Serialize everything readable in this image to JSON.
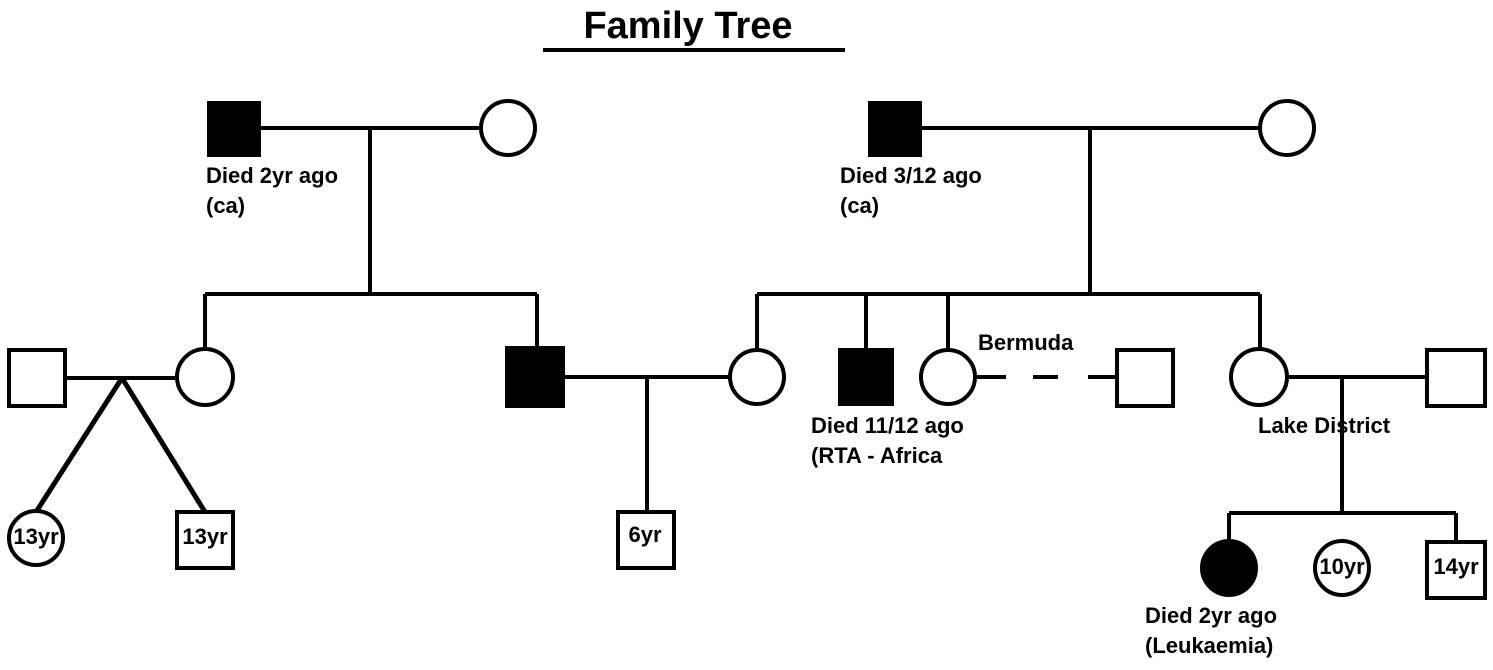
{
  "title": "Family Tree",
  "colors": {
    "ink": "#000000",
    "paper": "#ffffff"
  },
  "people": {
    "pgf": {
      "sex": "male",
      "affected": true,
      "label": [
        "Died 2yr ago",
        "(ca)"
      ]
    },
    "pgm": {
      "sex": "female",
      "affected": false
    },
    "mgf": {
      "sex": "male",
      "affected": true,
      "label": [
        "Died 3/12 ago",
        "(ca)"
      ]
    },
    "mgm": {
      "sex": "female",
      "affected": false
    },
    "aunt_husband": {
      "sex": "male",
      "affected": false
    },
    "paternal_aunt": {
      "sex": "female",
      "affected": false
    },
    "father": {
      "sex": "male",
      "affected": true
    },
    "mother": {
      "sex": "female",
      "affected": false
    },
    "maternal_uncle": {
      "sex": "male",
      "affected": true,
      "label": [
        "Died 11/12 ago",
        "(RTA - Africa"
      ]
    },
    "maternal_aunt_1": {
      "sex": "female",
      "affected": false
    },
    "aunt1_partner": {
      "sex": "male",
      "affected": false
    },
    "maternal_aunt_2": {
      "sex": "female",
      "affected": false
    },
    "aunt2_husband": {
      "sex": "male",
      "affected": false
    },
    "twin_girl": {
      "sex": "female",
      "affected": false,
      "age": "13yr"
    },
    "twin_boy": {
      "sex": "male",
      "affected": false,
      "age": "13yr"
    },
    "proband_son": {
      "sex": "male",
      "affected": false,
      "age": "6yr"
    },
    "cousin_girl_deceased": {
      "sex": "female",
      "affected": true,
      "label": [
        "Died 2yr ago",
        "(Leukaemia)"
      ]
    },
    "cousin_girl": {
      "sex": "female",
      "affected": false,
      "age": "10yr"
    },
    "cousin_boy": {
      "sex": "male",
      "affected": false,
      "age": "14yr"
    }
  },
  "annotations": {
    "bermuda": "Bermuda",
    "lake_district": "Lake District"
  }
}
